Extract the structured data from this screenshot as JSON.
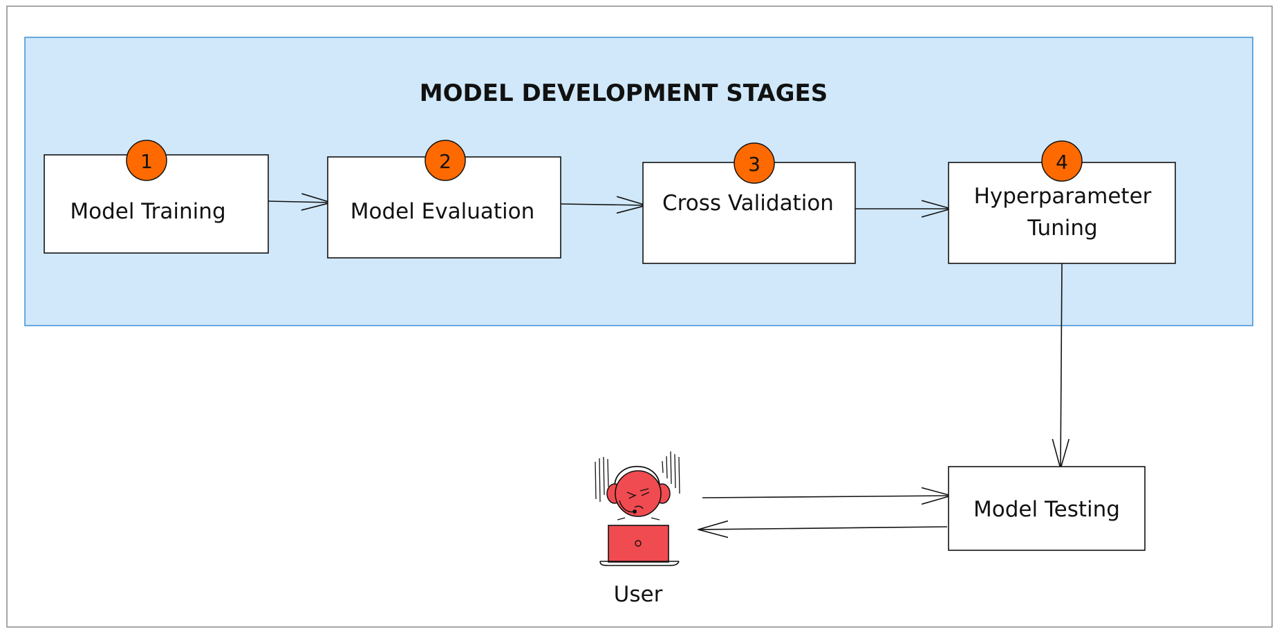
{
  "diagram": {
    "title": "MODEL DEVELOPMENT STAGES",
    "colors": {
      "group_fill": "#d0e8fa",
      "group_stroke": "#3a8fd6",
      "badge_fill": "#ff6a00",
      "user_red": "#f04b50",
      "stroke": "#111111"
    },
    "stages": [
      {
        "number": "1",
        "label": "Model Training"
      },
      {
        "number": "2",
        "label": "Model Evaluation"
      },
      {
        "number": "3",
        "label": "Cross Validation"
      },
      {
        "number": "4",
        "label_line1": "Hyperparameter",
        "label_line2": "Tuning"
      }
    ],
    "testing": {
      "label": "Model Testing"
    },
    "user": {
      "label": "User",
      "icon": "user-at-laptop-icon"
    }
  }
}
